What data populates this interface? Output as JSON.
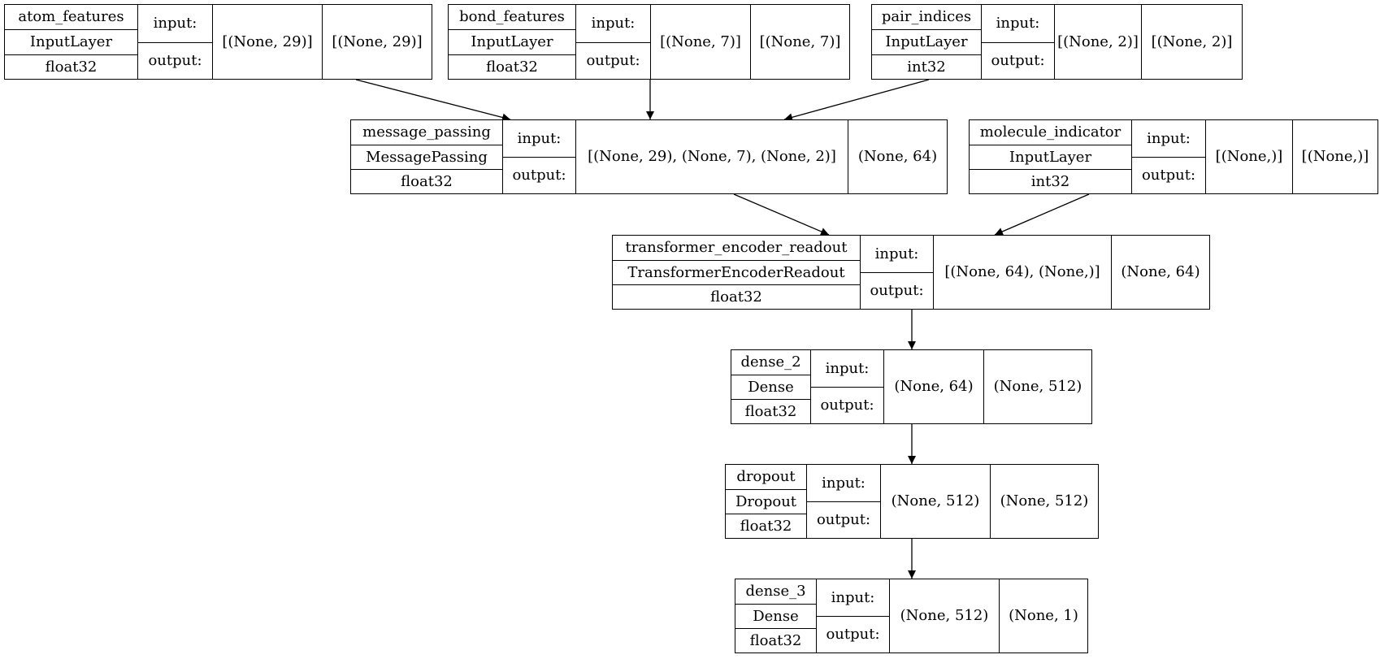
{
  "diagram": {
    "nodes": [
      {
        "id": "atom_features",
        "name": "atom_features",
        "class": "InputLayer",
        "dtype": "float32",
        "input_label": "input:",
        "output_label": "output:",
        "input_shape": "[(None, 29)]",
        "output_shape": "[(None, 29)]"
      },
      {
        "id": "bond_features",
        "name": "bond_features",
        "class": "InputLayer",
        "dtype": "float32",
        "input_label": "input:",
        "output_label": "output:",
        "input_shape": "[(None, 7)]",
        "output_shape": "[(None, 7)]"
      },
      {
        "id": "pair_indices",
        "name": "pair_indices",
        "class": "InputLayer",
        "dtype": "int32",
        "input_label": "input:",
        "output_label": "output:",
        "input_shape": "[(None, 2)]",
        "output_shape": "[(None, 2)]"
      },
      {
        "id": "message_passing",
        "name": "message_passing",
        "class": "MessagePassing",
        "dtype": "float32",
        "input_label": "input:",
        "output_label": "output:",
        "input_shape": "[(None, 29), (None, 7), (None, 2)]",
        "output_shape": "(None, 64)"
      },
      {
        "id": "molecule_indicator",
        "name": "molecule_indicator",
        "class": "InputLayer",
        "dtype": "int32",
        "input_label": "input:",
        "output_label": "output:",
        "input_shape": "[(None,)]",
        "output_shape": "[(None,)]"
      },
      {
        "id": "transformer_encoder_readout",
        "name": "transformer_encoder_readout",
        "class": "TransformerEncoderReadout",
        "dtype": "float32",
        "input_label": "input:",
        "output_label": "output:",
        "input_shape": "[(None, 64), (None,)]",
        "output_shape": "(None, 64)"
      },
      {
        "id": "dense_2",
        "name": "dense_2",
        "class": "Dense",
        "dtype": "float32",
        "input_label": "input:",
        "output_label": "output:",
        "input_shape": "(None, 64)",
        "output_shape": "(None, 512)"
      },
      {
        "id": "dropout",
        "name": "dropout",
        "class": "Dropout",
        "dtype": "float32",
        "input_label": "input:",
        "output_label": "output:",
        "input_shape": "(None, 512)",
        "output_shape": "(None, 512)"
      },
      {
        "id": "dense_3",
        "name": "dense_3",
        "class": "Dense",
        "dtype": "float32",
        "input_label": "input:",
        "output_label": "output:",
        "input_shape": "(None, 512)",
        "output_shape": "(None, 1)"
      }
    ],
    "edges": [
      {
        "from": "atom_features",
        "to": "message_passing"
      },
      {
        "from": "bond_features",
        "to": "message_passing"
      },
      {
        "from": "pair_indices",
        "to": "message_passing"
      },
      {
        "from": "message_passing",
        "to": "transformer_encoder_readout"
      },
      {
        "from": "molecule_indicator",
        "to": "transformer_encoder_readout"
      },
      {
        "from": "transformer_encoder_readout",
        "to": "dense_2"
      },
      {
        "from": "dense_2",
        "to": "dropout"
      },
      {
        "from": "dropout",
        "to": "dense_3"
      }
    ]
  }
}
